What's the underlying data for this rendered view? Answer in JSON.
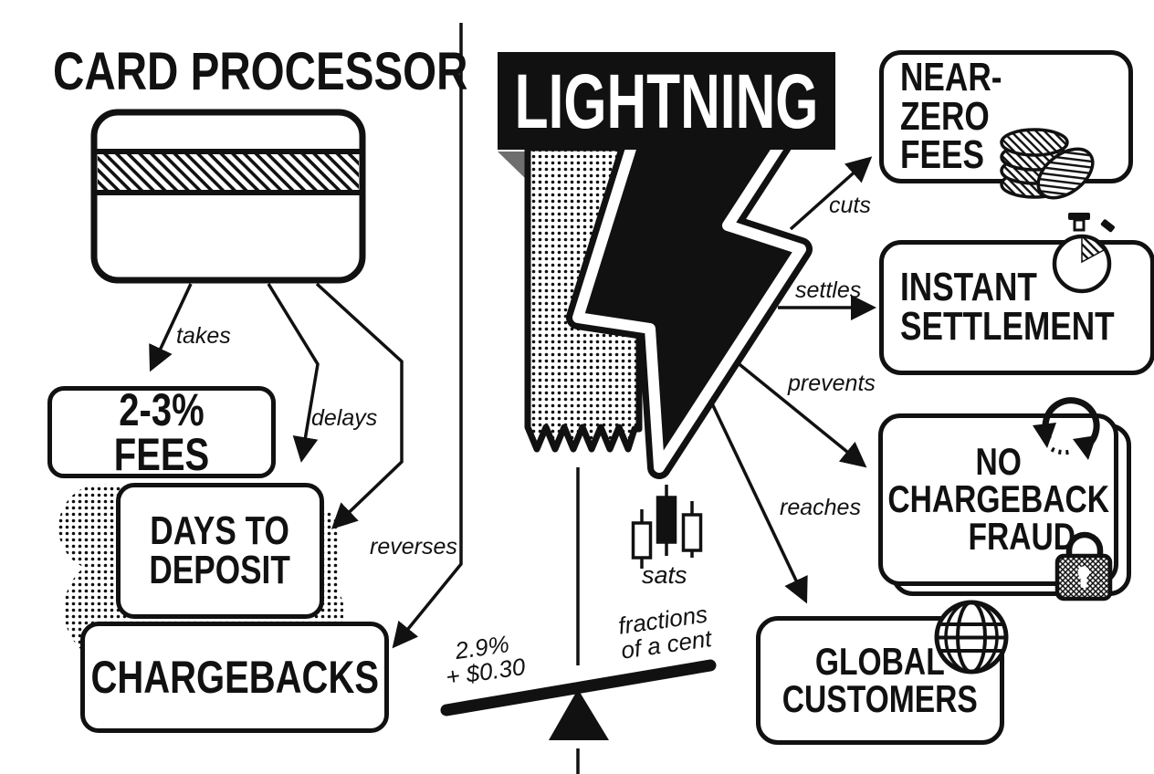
{
  "left": {
    "title": "CARD PROCESSOR",
    "boxes": {
      "fees": "2-3% FEES",
      "days": [
        "DAYS TO",
        "DEPOSIT"
      ],
      "chargebacks": "CHARGEBACKS"
    },
    "arrow_labels": {
      "takes": "takes",
      "delays": "delays",
      "reverses": "reverses"
    }
  },
  "right": {
    "title": "LIGHTNING",
    "boxes": {
      "near_zero": [
        "NEAR-ZERO",
        "FEES"
      ],
      "instant": [
        "INSTANT",
        "SETTLEMENT"
      ],
      "no_chargeback": [
        "NO",
        "CHARGEBACK",
        "FRAUD"
      ],
      "global": [
        "GLOBAL",
        "CUSTOMERS"
      ]
    },
    "arrow_labels": {
      "cuts": "cuts",
      "settles": "settles",
      "prevents": "prevents",
      "reaches": "reaches"
    }
  },
  "scale": {
    "card_cost": [
      "2.9%",
      "+ $0.30"
    ],
    "lightning_cost": [
      "fractions",
      "of a cent"
    ],
    "chart_label": "sats"
  },
  "colors": {
    "ink": "#111111",
    "paper": "#ffffff",
    "banner_fold": "#6e6e6e"
  },
  "icons": [
    "credit-card-icon",
    "lightning-bolt-icon",
    "halftone-ribbon",
    "coins-icon",
    "stopwatch-icon",
    "circular-arrows-icon",
    "padlock-icon",
    "globe-icon",
    "candlestick-chart-icon",
    "balance-seesaw-icon"
  ]
}
